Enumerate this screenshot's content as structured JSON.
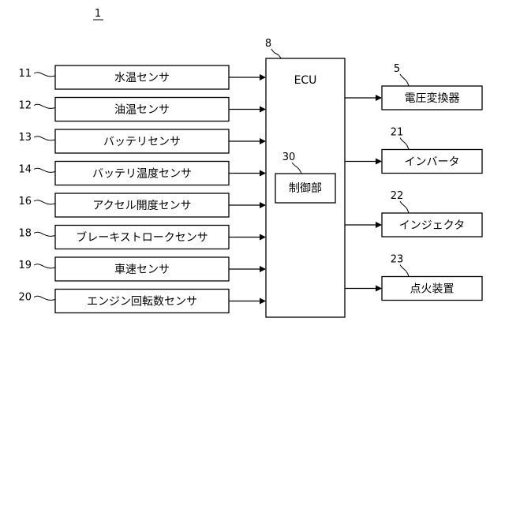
{
  "figure_label": "1",
  "ecu": {
    "ref": "8",
    "label": "ECU"
  },
  "controller": {
    "ref": "30",
    "label": "制御部"
  },
  "sensors": [
    {
      "ref": "11",
      "label": "水温センサ"
    },
    {
      "ref": "12",
      "label": "油温センサ"
    },
    {
      "ref": "13",
      "label": "バッテリセンサ"
    },
    {
      "ref": "14",
      "label": "バッテリ温度センサ"
    },
    {
      "ref": "16",
      "label": "アクセル開度センサ"
    },
    {
      "ref": "18",
      "label": "ブレーキストロークセンサ"
    },
    {
      "ref": "19",
      "label": "車速センサ"
    },
    {
      "ref": "20",
      "label": "エンジン回転数センサ"
    }
  ],
  "outputs": [
    {
      "ref": "5",
      "label": "電圧変換器"
    },
    {
      "ref": "21",
      "label": "インバータ"
    },
    {
      "ref": "22",
      "label": "インジェクタ"
    },
    {
      "ref": "23",
      "label": "点火装置"
    }
  ]
}
